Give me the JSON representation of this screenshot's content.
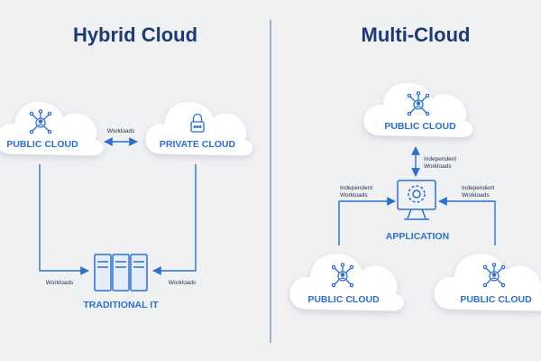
{
  "left_panel": {
    "title": "Hybrid Cloud",
    "public_cloud_label": "PUBLIC CLOUD",
    "private_cloud_label": "PRIVATE CLOUD",
    "traditional_it_label": "TRADITIONAL IT",
    "workloads_top": "Workloads",
    "workloads_left": "Workloads",
    "workloads_right": "Workloads"
  },
  "right_panel": {
    "title": "Multi-Cloud",
    "public_cloud_top_label": "PUBLIC CLOUD",
    "application_label": "APPLICATION",
    "public_cloud_bottom_left_label": "PUBLIC CLOUD",
    "public_cloud_bottom_right_label": "PUBLIC CLOUD",
    "independent_top": [
      "Independent",
      "Workloads"
    ],
    "independent_left": [
      "Independent",
      "Workloads"
    ],
    "independent_right": [
      "Independent",
      "Workloads"
    ]
  },
  "colors": {
    "title": "#1d3a78",
    "accent": "#2b6fd4",
    "cloud_fill": "#ffffff",
    "background": "#f0f1f3",
    "divider": "#9aaed0",
    "small_text": "#1d2b4f"
  },
  "icons": {
    "public_cloud": "network-icon",
    "private_cloud": "lock-icon",
    "traditional_it": "server-rack-icon",
    "application": "monitor-gear-icon"
  }
}
